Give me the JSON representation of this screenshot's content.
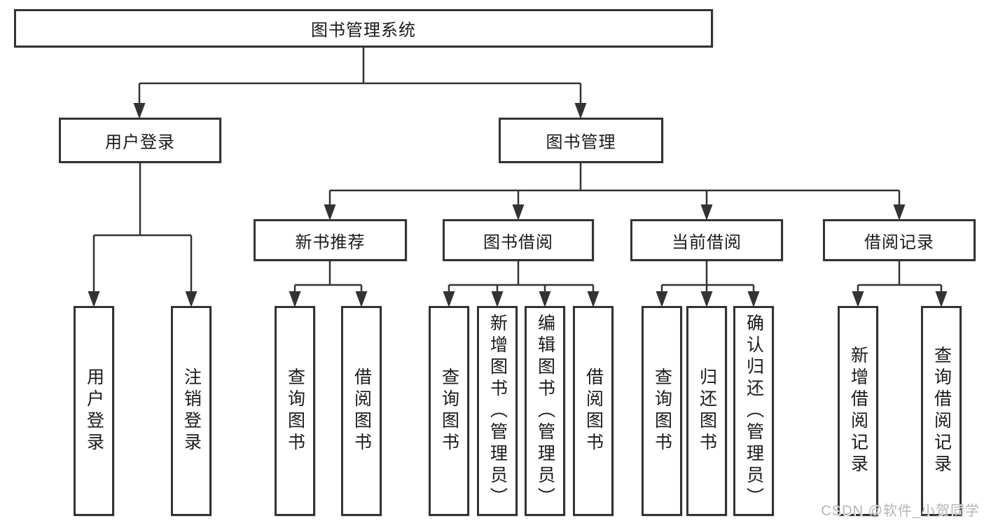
{
  "diagram": {
    "type": "hierarchy-tree",
    "root": {
      "label": "图书管理系统",
      "children": [
        {
          "label": "用户登录",
          "children": [
            {
              "label": "用户登录"
            },
            {
              "label": "注销登录"
            }
          ]
        },
        {
          "label": "图书管理",
          "children": [
            {
              "label": "新书推荐",
              "children": [
                {
                  "label": "查询图书"
                },
                {
                  "label": "借阅图书"
                }
              ]
            },
            {
              "label": "图书借阅",
              "children": [
                {
                  "label": "查询图书"
                },
                {
                  "label": "新增图书（管理员）"
                },
                {
                  "label": "编辑图书（管理员）"
                },
                {
                  "label": "借阅图书"
                }
              ]
            },
            {
              "label": "当前借阅",
              "children": [
                {
                  "label": "查询图书"
                },
                {
                  "label": "归还图书"
                },
                {
                  "label": "确认归还（管理员）"
                }
              ]
            },
            {
              "label": "借阅记录",
              "children": [
                {
                  "label": "新增借阅记录"
                },
                {
                  "label": "查询借阅记录"
                }
              ]
            }
          ]
        }
      ]
    },
    "colors": {
      "line": "#333333",
      "text": "#1a1a1a",
      "box_background": "#ffffff",
      "page_background": "#ffffff",
      "watermark": "#b5b5b5"
    }
  },
  "watermark": {
    "text": "CSDN @软件_小贺同学"
  }
}
